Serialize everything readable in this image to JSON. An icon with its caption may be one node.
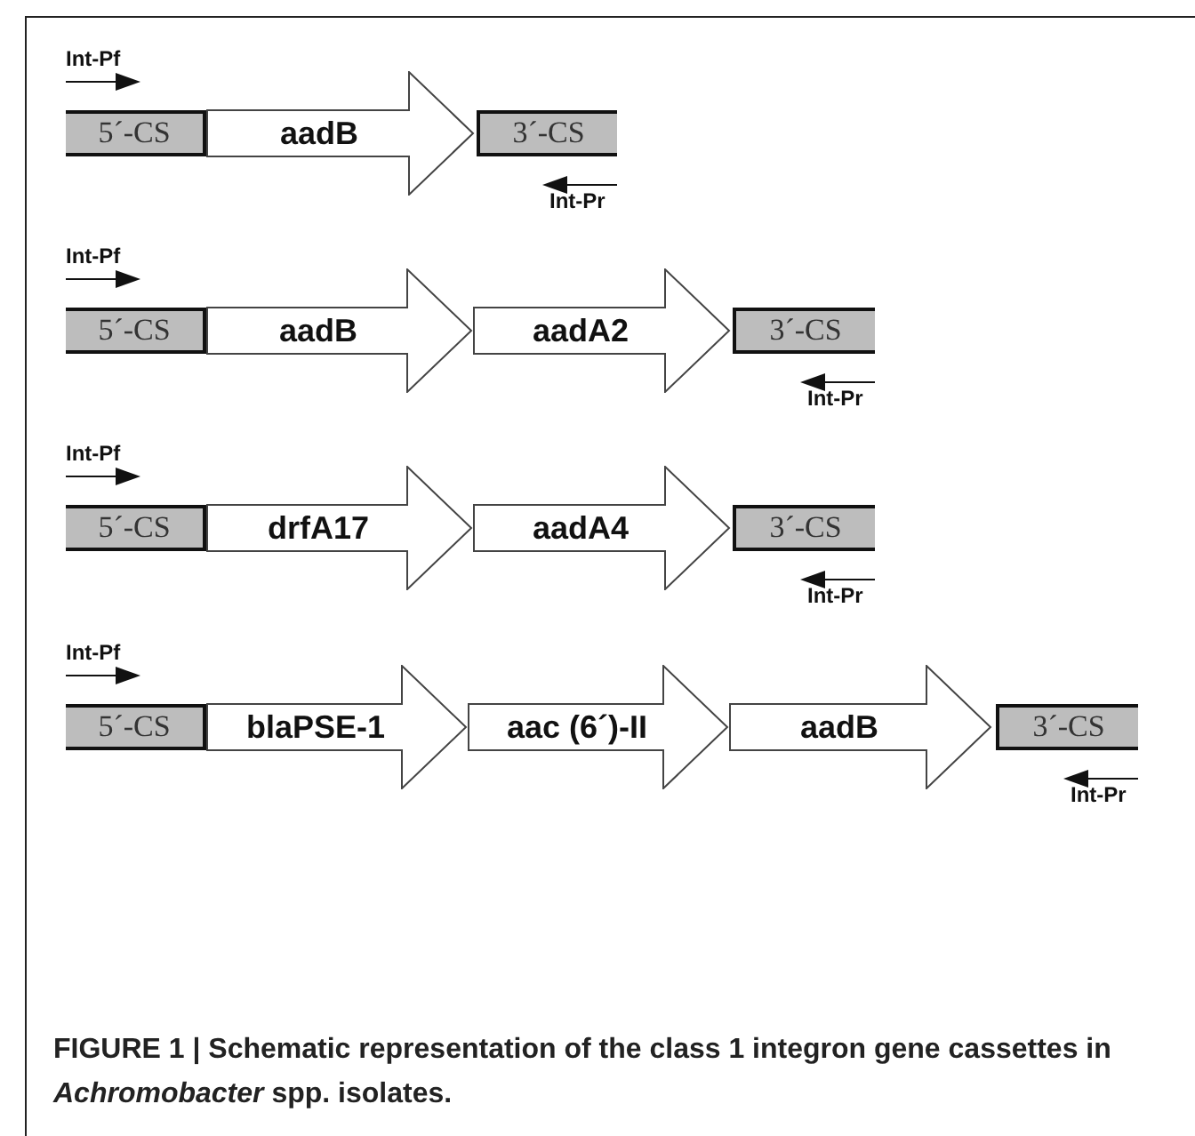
{
  "diagram": {
    "caption": "FIGURE 1 | Schematic representation of the class 1 integron gene cassettes in *Achromobacter* spp. isolates.",
    "nodes": [
      {
        "text": [
          "5´-CS"
        ]
      },
      {
        "text": [
          "aadB"
        ]
      },
      {
        "text": [
          "3´-CS"
        ]
      },
      {
        "text": [
          "5´-CS"
        ]
      },
      {
        "text": [
          "aadB"
        ]
      },
      {
        "text": [
          "aadA2"
        ]
      },
      {
        "text": [
          "3´-CS"
        ]
      },
      {
        "text": [
          "5´-CS"
        ]
      },
      {
        "text": [
          "drfA17"
        ]
      },
      {
        "text": [
          "aadA4"
        ]
      },
      {
        "text": [
          "3´-CS"
        ]
      },
      {
        "text": [
          "5´-CS"
        ]
      },
      {
        "text": [
          "blaPSE-1"
        ]
      },
      {
        "text": [
          "aac (6´)-II"
        ]
      },
      {
        "text": [
          "aadB"
        ]
      },
      {
        "text": [
          "3´-CS"
        ]
      }
    ],
    "edges": [],
    "labels": [
      "Int-Pf",
      "Int-Pr",
      "Int-Pf",
      "Int-Pr",
      "Int-Pf",
      "Int-Pr",
      "Int-Pf",
      "Int-Pr"
    ]
  }
}
